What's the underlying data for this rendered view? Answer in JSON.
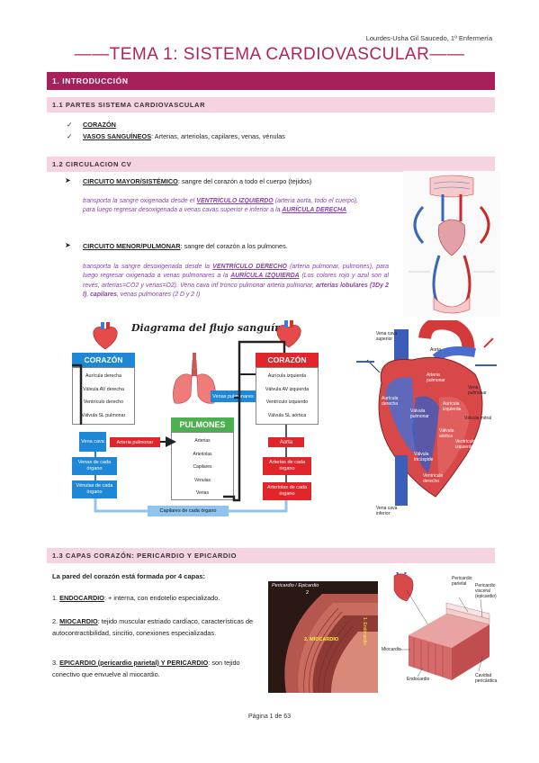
{
  "header": {
    "author": "Lourdes-Usha Gil Saucedo, 1º Enfermería",
    "title": "——TEMA 1: SISTEMA CARDIOVASCULAR——"
  },
  "sections": {
    "intro": "1. INTRODUCCIÓN",
    "partes": "1.1 PARTES SISTEMA CARDIOVASCULAR",
    "circulacion": "1.2 CIRCULACION CV",
    "capas": "1.3 CAPAS CORAZÓN: PERICARDIO Y EPICARDIO"
  },
  "partes": {
    "corazon": "CORAZÓN",
    "vasos_label": "VASOS SANGUÍNEOS",
    "vasos_rest": ": Arterias, arteriolas, capilares, venas, vénulas"
  },
  "circ_mayor": {
    "label": "CIRCUITO MAYOR/SISTÉMICO",
    "rest": ": sangre del corazón a todo el cuerpo (tejidos)",
    "desc_1": "transporta la sangre oxigenada desde el ",
    "desc_em1": "VENTRÍCULO IZQUIERDO",
    "desc_2": " (arteria aorta, todo el cuerpo), para luego regresar desoxigenada a venas cavas superior e inferior a la ",
    "desc_em2": "AURÍCULA DERECHA"
  },
  "circ_menor": {
    "label": "CIRCUITO MENOR/PULMONAR",
    "rest": ": sangre del corazón a los pulmones.",
    "desc_1": "transporta la sangre desoxigenada desde la ",
    "desc_em1": "VENTRÍCULO DERECHO",
    "desc_2": " (arteria pulmonar, pulmones), para luego regresar oxigenada a venas pulmonares a la ",
    "desc_em2": "AURÍCULA IZQUIERDA",
    "desc_3": " (Los colores rojo y azul son al revés, arterias=CO2 y venas=O2). Vena cava inf tronco pulmonar arteria pulmonar, ",
    "desc_b1": "arterias lobulares (3Dy 2 I)",
    "desc_4": ", ",
    "desc_b2": "capilares",
    "desc_5": ", venas pulmonares (2 D y 2 I)"
  },
  "flow_diagram": {
    "title": "Diagrama del flujo sanguíneo",
    "corazon_left": "CORAZÓN",
    "corazon_right": "CORAZÓN",
    "pulmones": "PULMONES",
    "left_items": [
      "Aurícula derecha",
      "Válvula AV derecha",
      "Ventrículo derecho",
      "Válvula SL pulmonar"
    ],
    "right_items": [
      "Aurícula izquierda",
      "Válvula AV izquierda",
      "Ventrículo izquierdo",
      "Válvula SL aórtica"
    ],
    "lung_items": [
      "Arterias",
      "Arteriolas",
      "Capilares",
      "Vénulas",
      "Venas"
    ],
    "vena_cava": "Vena cava",
    "arteria_pulmonar": "Arteria pulmonar",
    "venas_pulmonares": "Venas pulmonares",
    "aorta": "Aorta",
    "venas_organo": "Venas de cada órgano",
    "venulas_organo": "Vénulas de cada órgano",
    "arterias_organo": "Arterias de cada órgano",
    "arteriolas_organo": "Arteriolas de cada órgano",
    "capilares_organo": "Capilares de cada órgano",
    "colors": {
      "blue": "#1e88d6",
      "red": "#e0262a",
      "green": "#4caf50",
      "dark": "#222222"
    }
  },
  "heart_labels": {
    "vena_cava_superior": "Vena cava superior",
    "aorta": "Aorta",
    "arteria_pulmonar": "Arteria pulmonar",
    "vena_pulmonar": "Vena pulmonar",
    "auricula_derecha": "Aurícula derecha",
    "auricula_izquierda": "Aurícula izquierda",
    "valvula_pulmonar": "Válvula pulmonar",
    "valvula_mitral": "Válvula mitral",
    "valvula_aortica": "Válvula aórtica",
    "valvula_tricuspide": "Válvula tricúspide",
    "ventriculo_izquierdo": "Ventrículo izquierdo",
    "ventriculo_derecho": "Ventrículo derecho",
    "vena_cava_inferior": "Vena cava inferior"
  },
  "capas": {
    "intro": "La pared del corazón está formada por 4 capas:",
    "item1_num": "1. ",
    "item1_label": "ENDOCARDIO",
    "item1_rest": ": + interna, con endotelio especializado.",
    "item2_num": "2. ",
    "item2_label": "MIOCARDIO",
    "item2_rest": ": tejido muscular estriado cardíaco, características de autocontractibilidad, sincitio, conexiones especializadas.",
    "item3_num": "3. ",
    "item3_label": "EPICARDIO (pericardio parietal)  Y PERICARDIO",
    "item3_rest": ": son tejido conectivo que envuelve al miocardio."
  },
  "layer_photo": {
    "top_label": "Pericardio / Epicardio",
    "number_label": "2",
    "mio_label": "2. MIOCARDIO",
    "side_label": "1. Endocardio"
  },
  "layer_diagram": {
    "pericardio_parietal": "Pericardio parietal",
    "pericardio_visceral": "Pericardio visceral (epicardio)",
    "miocardio": "Miocardio",
    "endocardio": "Endocardio",
    "cavidad": "Cavidad pericárdica"
  },
  "footer": "Página 1 de 63"
}
